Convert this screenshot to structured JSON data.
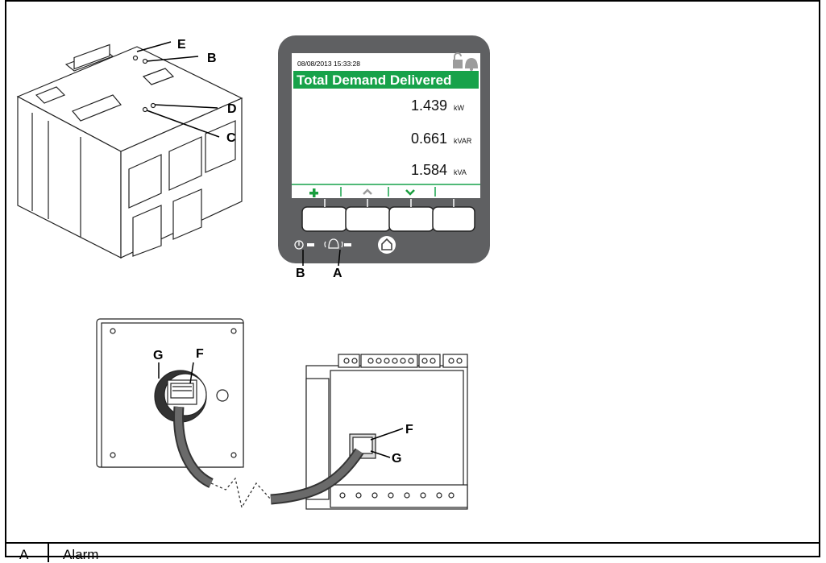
{
  "callouts": {
    "top_left": {
      "e": "E",
      "b": "B",
      "d": "D",
      "c": "C"
    },
    "display": {
      "b": "B",
      "a": "A"
    },
    "bottom_left": {
      "g": "G",
      "f": "F"
    },
    "bottom_right": {
      "f": "F",
      "g": "G"
    }
  },
  "display": {
    "datetime": "08/08/2013  15:33:28",
    "title": "Total Demand Delivered",
    "readings": [
      {
        "value": "1.439",
        "unit": "kW"
      },
      {
        "value": "0.661",
        "unit": "kVAR"
      },
      {
        "value": "1.584",
        "unit": "kVA"
      }
    ]
  },
  "legend": {
    "rows": [
      {
        "key": "A",
        "description": "Alarm"
      }
    ]
  },
  "colors": {
    "display_header": "#17a24a",
    "bezel": "#5f6062",
    "softkey_icon": "#1a9e3e"
  }
}
